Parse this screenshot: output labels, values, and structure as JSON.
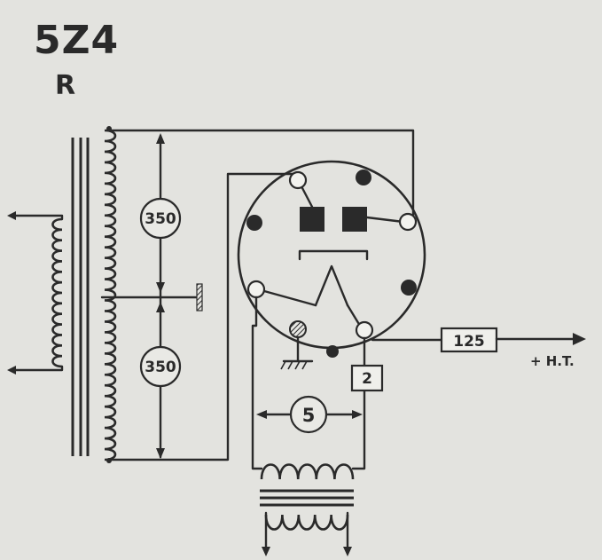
{
  "header": {
    "title": "5Z4",
    "suffix": "R"
  },
  "labels": {
    "winding_upper": "350",
    "winding_lower": "350",
    "filament_voltage": "5",
    "filament_current": "2",
    "output_current": "125",
    "output": "+ H.T."
  }
}
